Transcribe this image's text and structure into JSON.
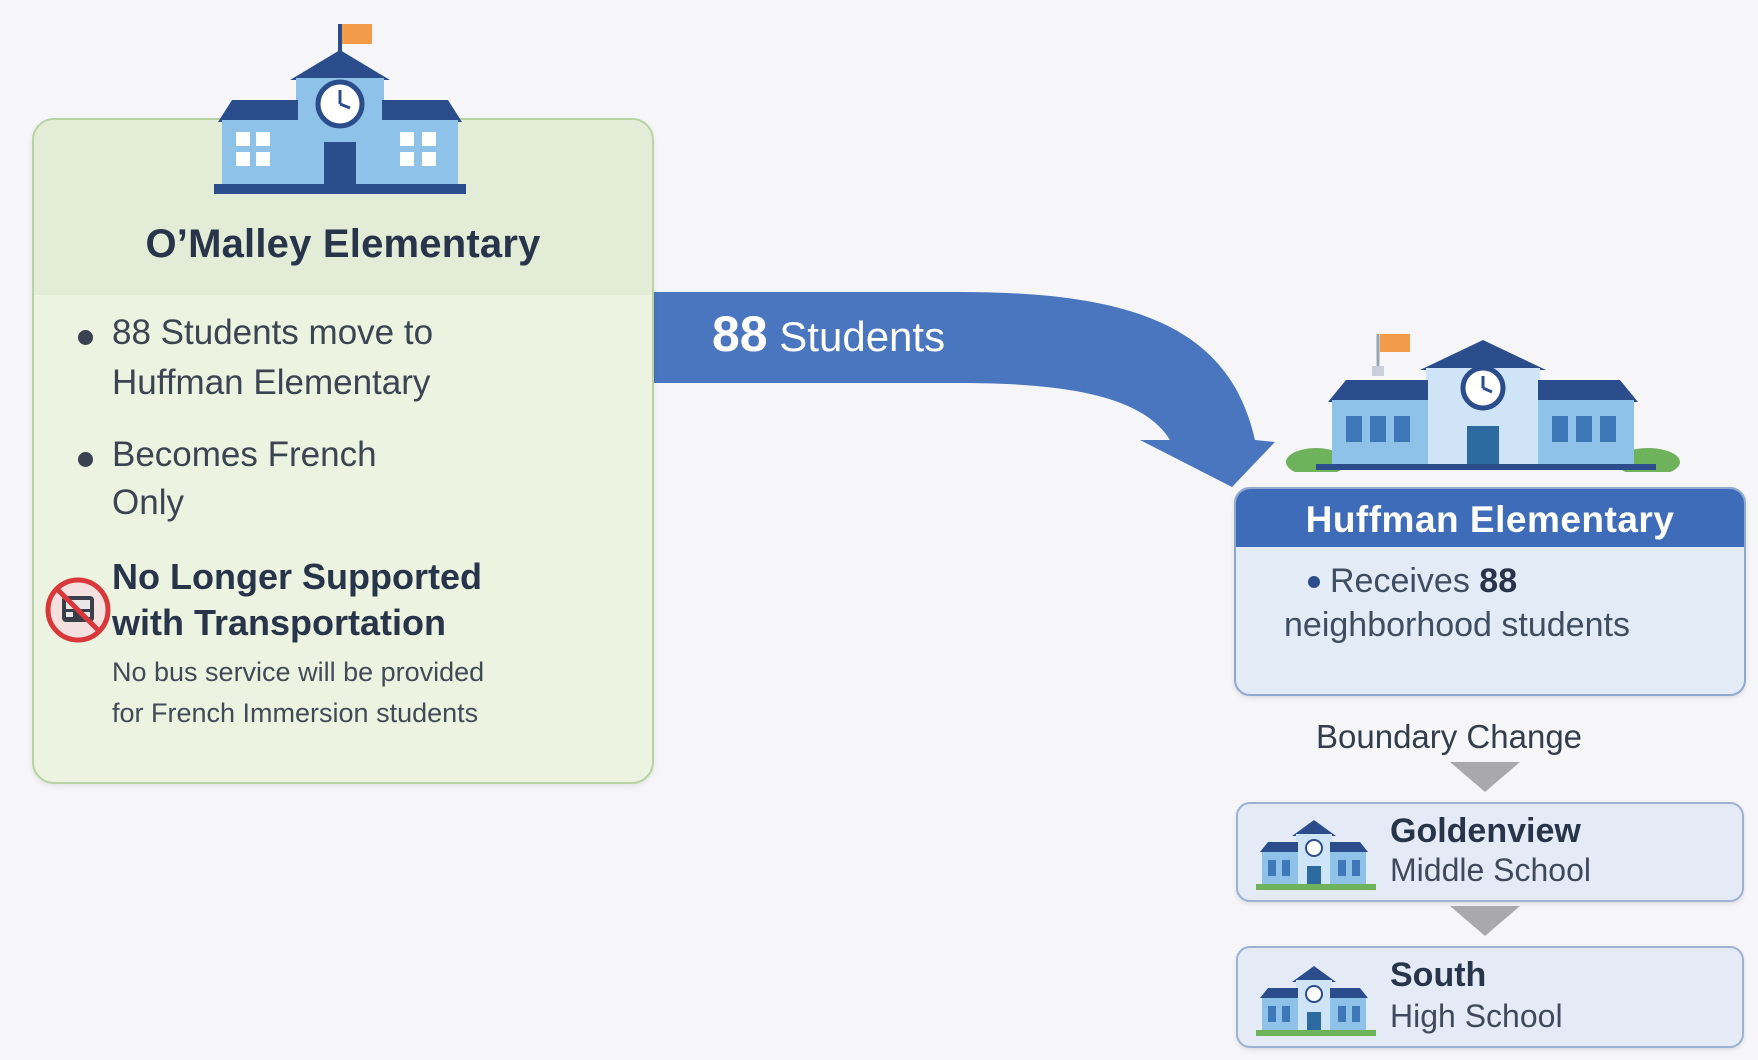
{
  "source_school": {
    "name": "O’Malley Elementary",
    "bullets": [
      {
        "line1": "88 Students move to",
        "line2": "Huffman Elementary"
      },
      {
        "line1": "Becomes French",
        "line2": "Only"
      }
    ],
    "warning": {
      "title_line1": "No Longer Supported",
      "title_line2": "with Transportation",
      "detail_line1": "No bus service will be provided",
      "detail_line2": "for French Immersion students"
    }
  },
  "flow_arrow": {
    "count": "88",
    "unit": "Students"
  },
  "target_school": {
    "name": "Huffman Elementary",
    "receives_prefix": "Receives",
    "receives_count": "88",
    "receives_suffix": "neighborhood students"
  },
  "boundary_change": {
    "label": "Boundary Change",
    "schools": [
      {
        "line1": "Goldenview",
        "line2": "Middle School"
      },
      {
        "line1": "South",
        "line2": "High School"
      }
    ]
  },
  "colors": {
    "arrow_blue": "#4a76c0",
    "left_card_bg": "#ecf3e0",
    "huffman_header": "#3f6cb8",
    "school_roof": "#2c4d8c",
    "school_wall": "#8fc2e8",
    "flag": "#f39b49",
    "no_bus_red": "#d9383a",
    "down_arrow_gray": "#a9a9ab"
  }
}
